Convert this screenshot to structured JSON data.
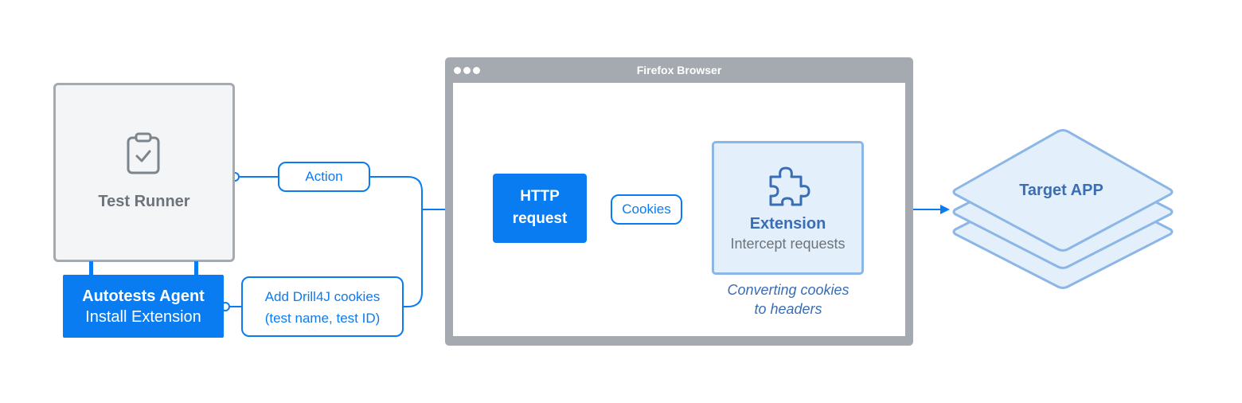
{
  "test_runner": {
    "title": "Test Runner",
    "icon": "clipboard-check-icon"
  },
  "agent": {
    "title": "Autotests Agent",
    "subtitle": "Install Extension"
  },
  "labels": {
    "action": "Action",
    "add_cookies_line1": "Add Drill4J cookies",
    "add_cookies_line2": "(test name, test ID)",
    "cookies": "Cookies"
  },
  "browser": {
    "title": "Firefox Browser"
  },
  "http_request": {
    "line1": "HTTP",
    "line2": "request"
  },
  "extension": {
    "title": "Extension",
    "subtitle": "Intercept requests",
    "icon": "puzzle-piece-icon",
    "note_line1": "Converting cookies",
    "note_line2": "to headers"
  },
  "target": {
    "title": "Target APP",
    "icon": "stacked-layers-icon"
  },
  "colors": {
    "primary_blue": "#0a7cf2",
    "dark_blue_text": "#3a6db4",
    "light_blue_fill": "#e3f0fc",
    "light_blue_stroke": "#8cb6e6",
    "gray_frame": "#a4aaaf",
    "gray_text": "#6c737a"
  }
}
